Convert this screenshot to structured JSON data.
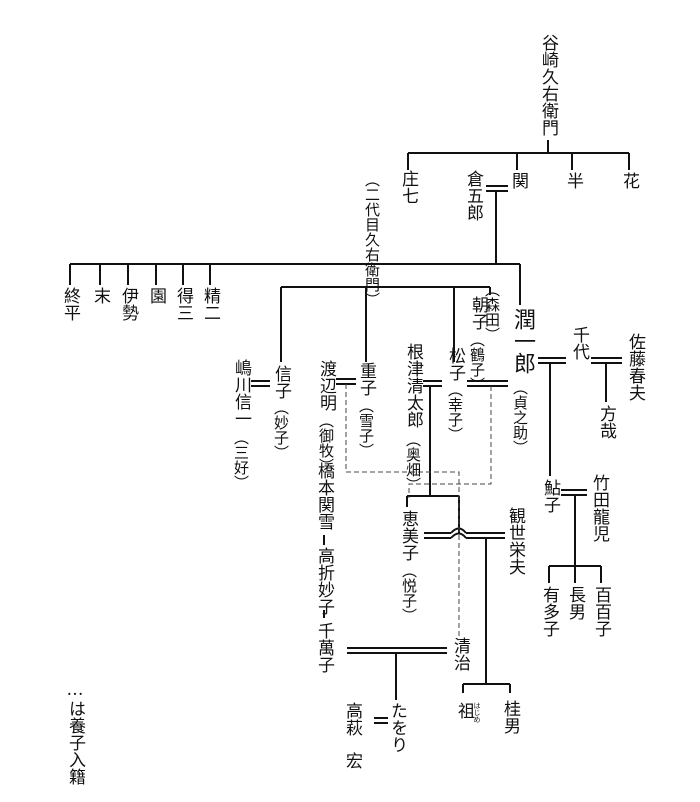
{
  "names": {
    "tanizaki_kyuemon": "谷崎久右衛門",
    "shoshichi": "庄七",
    "shoshichi_note": "（二代目久右衛門）",
    "kuragoro": "倉五郎",
    "seki": "関",
    "han": "半",
    "hana": "花",
    "shuhei": "終平",
    "sue": "末",
    "ise": "伊勢",
    "sono": "園",
    "tokuzo": "得三",
    "seiji": "精二",
    "junichiro": "潤一郎",
    "junichiro_note": "（貞之助）",
    "asako_note1": "（森田）",
    "asako": "朝子",
    "asako_note2": "（鶴子）",
    "chiyo": "千代",
    "sato_haruo": "佐藤春夫",
    "hoya": "方哉",
    "nobuko": "信子",
    "nobuko_note": "（妙子）",
    "shimakawa": "嶋川信一",
    "shimakawa_note": "（三好）",
    "shigeko": "重子",
    "shigeko_note": "（雪子）",
    "watanabe": "渡辺明",
    "watanabe_note": "（御牧）",
    "matsuko": "松子",
    "matsuko_note": "（幸子）",
    "nezu": "根津清太郎",
    "nezu_note": "（奥畑）",
    "ayuko": "鮎子",
    "takeda": "竹田龍児",
    "emiko": "恵美子",
    "emiko_note": "（悦子）",
    "kanze": "観世栄夫",
    "arita": "有多子",
    "chonan": "長男",
    "momoko": "百百子",
    "hashimoto": "橋本関雪",
    "takaori": "高折妙子",
    "chimako": "千萬子",
    "seiji2": "清治",
    "hajime": "祖",
    "hajime_ruby": "はじめ",
    "keio": "桂男",
    "takahagi": "高萩",
    "tawori": "たをり",
    "hiroshi": "宏",
    "legend": "…は養子入籍"
  }
}
